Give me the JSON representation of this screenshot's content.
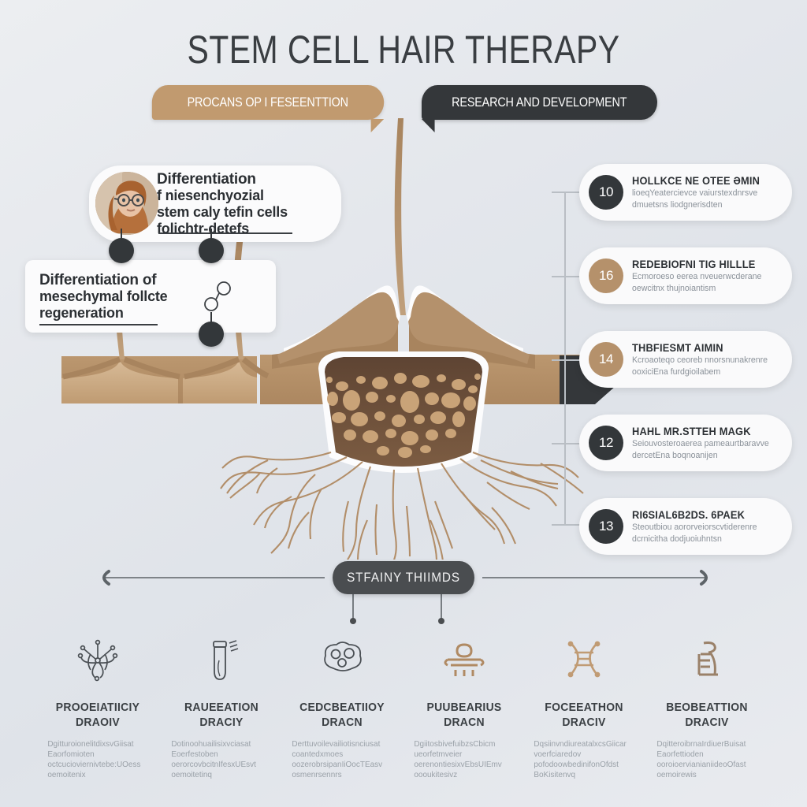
{
  "header": {
    "title": "STEM CELL HAIR THERAPY",
    "banner_left": "PROCANS OP I FESEENTTION",
    "banner_right": "RESEARCH AND DEVELOPMENT",
    "banner_left_color": "#c19a6f",
    "banner_right_color": "#34373a"
  },
  "callouts": [
    {
      "name": "callout-differentiation-top",
      "line1": "Differentiation",
      "line2": "f niesenchyozial",
      "line3": "stem caly tefin cells",
      "line4": "folichtr-detefs",
      "has_avatar": true,
      "avatar_alt": "portrait of a woman with glasses"
    },
    {
      "name": "callout-differentiation-bottom",
      "line1": "Differentiation of",
      "line2": "mesechymal follcte",
      "line3": "regeneration",
      "line4": "",
      "has_avatar": false,
      "icon": "molecule-icon"
    }
  ],
  "cards": [
    {
      "number": "10",
      "badge_color": "dark",
      "heading": "HOLLKCE NE OTEE ƏMIN",
      "sub_line1": "lioeqYeatercievce vaiurstexdnrsve",
      "sub_line2": "dmuetsns liodgnerisdten"
    },
    {
      "number": "16",
      "badge_color": "tan",
      "heading": "REDEBIOFNI TIG HILLLE",
      "sub_line1": "Ecmoroeso eerea nveuerwcderane",
      "sub_line2": "oewcitnx thujnoiantism"
    },
    {
      "number": "14",
      "badge_color": "tan",
      "heading": "THBFIESMT AIMIN",
      "sub_line1": "Kcroaoteqo ceoreb nnorsnunakrenre",
      "sub_line2": "ooxiciEna furdgioilabem"
    },
    {
      "number": "12",
      "badge_color": "dark",
      "heading": "HAHL MR.STTEH MAGK",
      "sub_line1": "Seiouvosteroaerea pameaurtbaravve",
      "sub_line2": "dercetEna boqnoanijen"
    },
    {
      "number": "13",
      "badge_color": "dark",
      "heading": "RI6SIAL6B2DS. 6PAEK",
      "sub_line1": "Steoutbiou aororveiorscvtiderenre",
      "sub_line2": "dcrnicitha dodjuoiuhntsn"
    }
  ],
  "timeline": {
    "pill_label": "STFAINY THIIMDS",
    "axis_arrows": "both"
  },
  "bottom_items": [
    {
      "icon": "molecule-star-icon",
      "icon_color": "#4a4f54",
      "head_line1": "PROOEIATIICIY",
      "head_line2": "DRAOIV",
      "body_line1": "DgitturoionelitdixsvGiisat",
      "body_line2": "Eaorfomioten",
      "body_line3": "octcucioviernivtebe:UOess",
      "body_line4": "oemoitenix"
    },
    {
      "icon": "dropper-vial-icon",
      "icon_color": "#4a4f54",
      "head_line1": "RAUEEATION",
      "head_line2": "DRACIY",
      "body_line1": "Dotinoohuailisixvciasat",
      "body_line2": "Eoerfestoben",
      "body_line3": "oerorcovbcitnIfesxUEsvt",
      "body_line4": "oemoitetinq"
    },
    {
      "icon": "cell-cluster-icon",
      "icon_color": "#4a4f54",
      "head_line1": "CEDCBEATIIOY",
      "head_line2": "DRACN",
      "body_line1": "Derttuvoilevailiotisnciusat",
      "body_line2": "coantedxmoes",
      "body_line3": "oozerobrsipanIiOocTEasv",
      "body_line4": "osmenrsennrs"
    },
    {
      "icon": "growth-factor-icon",
      "icon_color": "#b08a63",
      "head_line1": "PUUBEARIUS",
      "head_line2": "DRACN",
      "body_line1": "DgiitosbivefuibzsCbicm",
      "body_line2": "ueorfetmveier",
      "body_line3": "oerenontiesixvEbsUIEmv",
      "body_line4": "oooukitesivz"
    },
    {
      "icon": "dna-helix-icon",
      "icon_color": "#c09b74",
      "head_line1": "FOCEEATHON",
      "head_line2": "DRACIV",
      "body_line1": "DqsiinvndiureatalxcsGiicar",
      "body_line2": "voerfciaredov",
      "body_line3": "pofodoowbedinifonOfdst",
      "body_line4": "BoKisitenvq"
    },
    {
      "icon": "microscope-icon",
      "icon_color": "#9a8169",
      "head_line1": "BEOBEATTION",
      "head_line2": "DRACIV",
      "body_line1": "DqitteroibrnaIrdiuerBuisat",
      "body_line2": "Eaorfettioden",
      "body_line3": "ooroioervianianiideoOfast",
      "body_line4": "oemoirewis"
    }
  ],
  "theme": {
    "tan": "#c19a6f",
    "dark": "#34373a",
    "skin_band": "#b08a63",
    "follicle_dark": "#6b4f3a",
    "cell_tan": "#c9a378",
    "bg_light": "#eceef1"
  }
}
